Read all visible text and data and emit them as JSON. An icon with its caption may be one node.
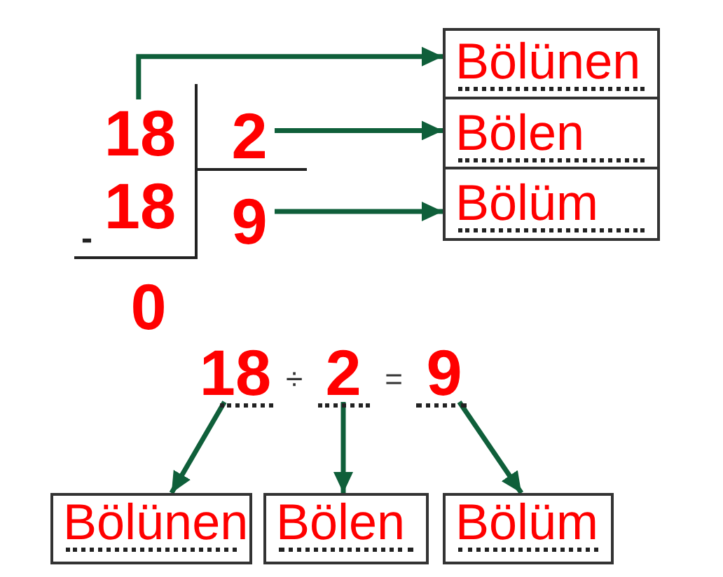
{
  "diagram": {
    "nodes": [
      {
        "text": [
          "18"
        ]
      },
      {
        "text": [
          "2"
        ]
      },
      {
        "text": [
          "9"
        ]
      },
      {
        "text": [
          "Bölünen"
        ]
      },
      {
        "text": [
          "Bölen"
        ]
      },
      {
        "text": [
          "Bölüm"
        ]
      },
      {
        "text": [
          "18"
        ]
      },
      {
        "text": [
          "2"
        ]
      },
      {
        "text": [
          "9"
        ]
      },
      {
        "text": [
          "Bölünen"
        ]
      },
      {
        "text": [
          "Bölen"
        ]
      },
      {
        "text": [
          "Bölüm"
        ]
      }
    ],
    "edges": [
      {
        "from": 0,
        "to": 3,
        "arrow": "to"
      },
      {
        "from": 1,
        "to": 4,
        "arrow": "to"
      },
      {
        "from": 2,
        "to": 5,
        "arrow": "to"
      },
      {
        "from": 6,
        "to": 9,
        "arrow": "to"
      },
      {
        "from": 7,
        "to": 10,
        "arrow": "to"
      },
      {
        "from": 8,
        "to": 11,
        "arrow": "to"
      }
    ],
    "labels": [
      "18",
      "-",
      "0",
      "÷",
      "="
    ]
  }
}
